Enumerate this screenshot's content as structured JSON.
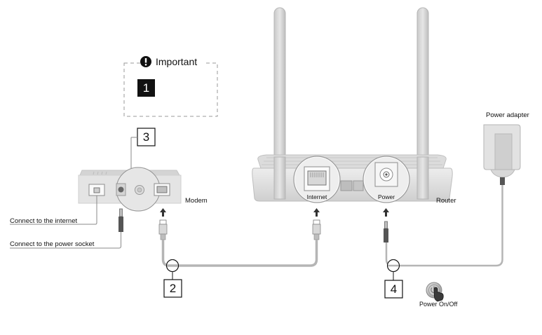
{
  "important": {
    "label": "Important",
    "icon": "exclamation-icon"
  },
  "steps": [
    "1",
    "2",
    "3",
    "4"
  ],
  "labels": {
    "connect_internet": "Connect to the internet",
    "connect_power_socket": "Connect to the power socket",
    "modem": "Modem",
    "router": "Router",
    "internet_port": "Internet",
    "power_port": "Power",
    "power_adapter": "Power adapter",
    "power_onoff": "Power On/Off"
  },
  "colors": {
    "line": "#8a8a8a",
    "cable": "#b5b5b5",
    "device": "#e3e3e3",
    "step1_fill": "#111111"
  }
}
